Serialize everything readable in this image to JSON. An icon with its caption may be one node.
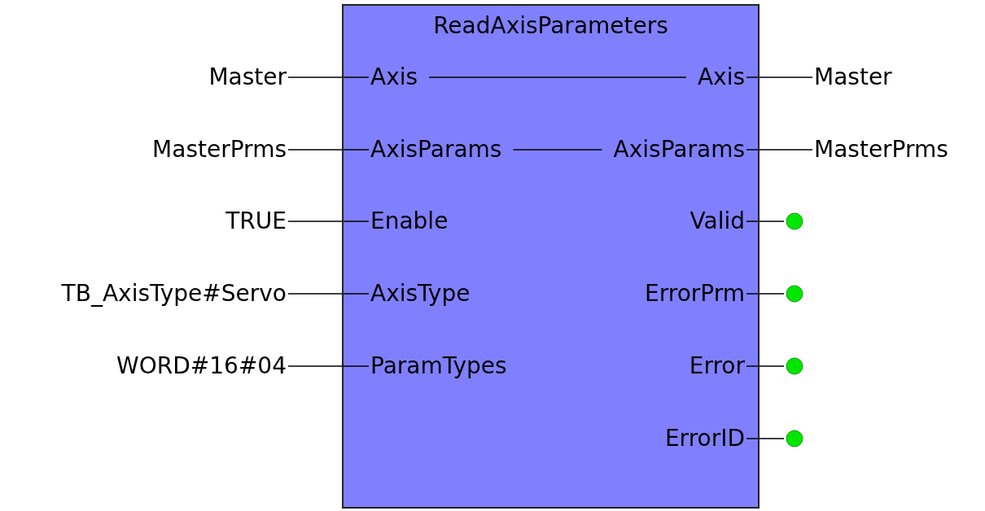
{
  "diagram": {
    "nodes": [
      {
        "text": [
          "ReadAxisParameters"
        ]
      },
      {
        "text": [
          "Master"
        ]
      },
      {
        "text": [
          "Axis"
        ],
        "in": 0
      },
      {
        "text": [
          "Axis"
        ],
        "in": 0
      },
      {
        "text": [
          "Master"
        ]
      },
      {
        "text": [
          "MasterPrms"
        ]
      },
      {
        "text": [
          "AxisParams"
        ],
        "in": 0
      },
      {
        "text": [
          "AxisParams"
        ],
        "in": 0
      },
      {
        "text": [
          "MasterPrms"
        ]
      },
      {
        "text": [
          "TRUE"
        ]
      },
      {
        "text": [
          "Enable"
        ],
        "in": 0
      },
      {
        "text": [
          "Valid"
        ],
        "in": 0
      },
      {
        "text": [],
        "shape": "circle"
      },
      {
        "text": [
          "TB_AxisType#Servo"
        ]
      },
      {
        "text": [
          "AxisType"
        ],
        "in": 0
      },
      {
        "text": [
          "ErrorPrm"
        ],
        "in": 0
      },
      {
        "text": [],
        "shape": "circle"
      },
      {
        "text": [
          "WORD#16#04"
        ]
      },
      {
        "text": [
          "ParamTypes"
        ],
        "in": 0
      },
      {
        "text": [
          "Error"
        ],
        "in": 0
      },
      {
        "text": [],
        "shape": "circle"
      },
      {
        "text": [
          "ErrorID"
        ],
        "in": 0
      },
      {
        "text": [],
        "shape": "circle"
      }
    ],
    "edges": [
      {
        "from": 1,
        "to": 2,
        "arrow": "none"
      },
      {
        "from": 2,
        "to": 3,
        "arrow": "none"
      },
      {
        "from": 3,
        "to": 4,
        "arrow": "none"
      },
      {
        "from": 5,
        "to": 6,
        "arrow": "none"
      },
      {
        "from": 6,
        "to": 7,
        "arrow": "none"
      },
      {
        "from": 7,
        "to": 8,
        "arrow": "none"
      },
      {
        "from": 9,
        "to": 10,
        "arrow": "none"
      },
      {
        "from": 11,
        "to": 12,
        "arrow": "none"
      },
      {
        "from": 13,
        "to": 14,
        "arrow": "none"
      },
      {
        "from": 15,
        "to": 16,
        "arrow": "none"
      },
      {
        "from": 17,
        "to": 18,
        "arrow": "none"
      },
      {
        "from": 19,
        "to": 20,
        "arrow": "none"
      },
      {
        "from": 21,
        "to": 22,
        "arrow": "none"
      }
    ]
  }
}
